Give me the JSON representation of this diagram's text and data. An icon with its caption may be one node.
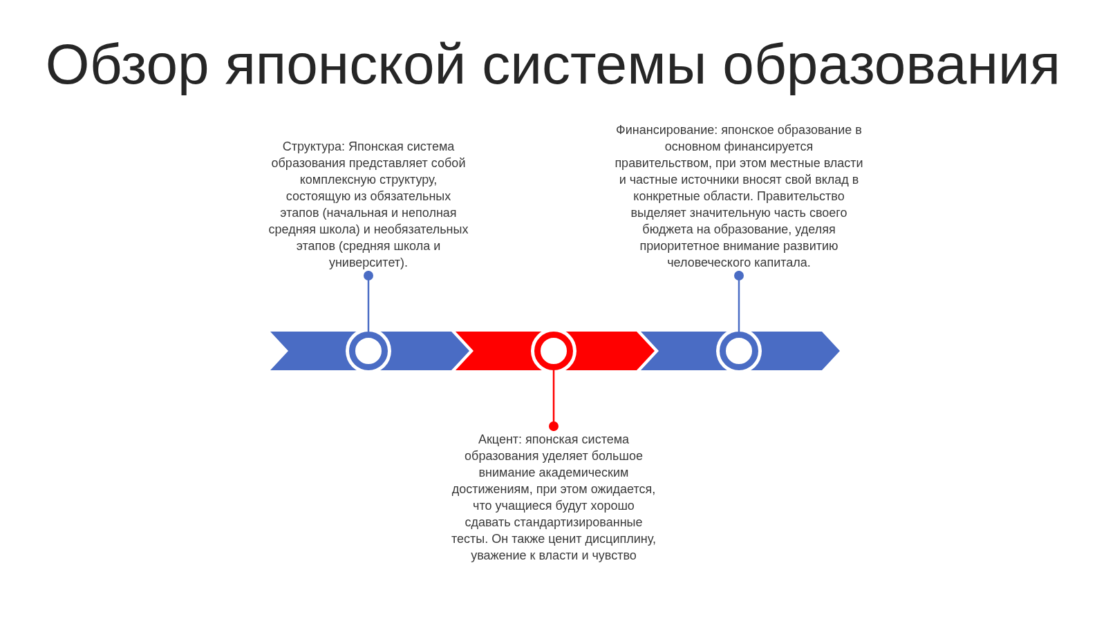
{
  "diagram": {
    "title": "Обзор японской системы образования",
    "nodes": [
      {
        "text": [
          "Структура: Японская система образования представляет собой комплексную структуру, состоящую из обязательных этапов (начальная и неполная средняя школа) и необязательных этапов (средняя школа и университет)."
        ]
      },
      {
        "text": [
          "Финансирование: японское образование в основном финансируется правительством, при этом местные власти и частные источники вносят свой вклад в конкретные области. Правительство выделяет значительную часть своего бюджета на образование, уделяя приоритетное внимание развитию человеческого капитала."
        ]
      },
      {
        "text": [],
        "shape": "chevron"
      },
      {
        "text": [],
        "shape": "ring",
        "in": 2
      },
      {
        "text": [],
        "shape": "chevron"
      },
      {
        "text": [],
        "shape": "ring",
        "in": 4
      },
      {
        "text": [],
        "shape": "chevron"
      },
      {
        "text": [],
        "shape": "ring",
        "in": 6
      },
      {
        "text": [
          "Акцент: японская система образования уделяет большое внимание академическим достижениям, при этом ожидается, что учащиеся будут хорошо сдавать стандартизированные тесты. Он также ценит дисциплину, уважение к власти и чувство"
        ]
      }
    ],
    "edges": [
      {
        "from": 0,
        "to": 3,
        "arrow": "other"
      },
      {
        "from": 1,
        "to": 7,
        "arrow": "other"
      },
      {
        "from": 8,
        "to": 5,
        "arrow": "other",
        "color": "#ff0000"
      }
    ]
  }
}
